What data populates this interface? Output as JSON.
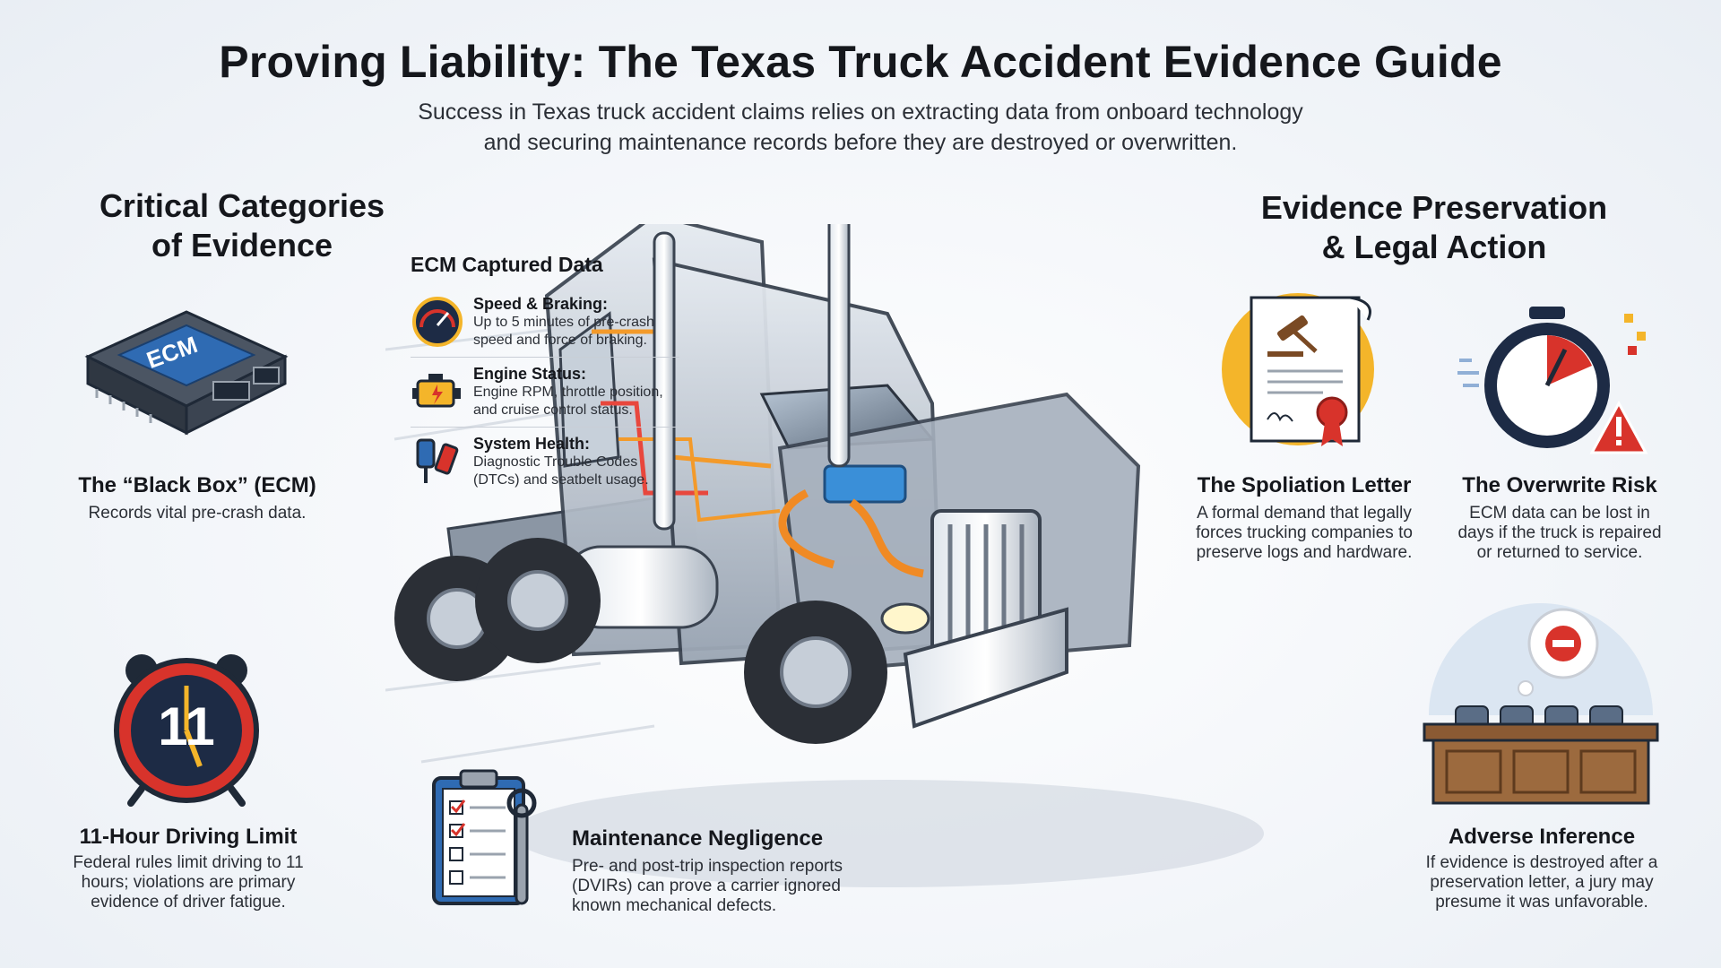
{
  "header": {
    "title": "Proving Liability: The Texas Truck Accident Evidence Guide",
    "subtitle_line1": "Success in Texas truck accident claims relies on extracting data from onboard technology",
    "subtitle_line2": "and securing maintenance records before they are destroyed or overwritten."
  },
  "left": {
    "heading_line1": "Critical Categories",
    "heading_line2": "of Evidence",
    "ecm_chip_label": "ECM",
    "black_box": {
      "title": "The “Black Box” (ECM)",
      "desc": "Records vital pre-crash data."
    },
    "driving_limit": {
      "clock_label": "11",
      "title": "11-Hour Driving Limit",
      "desc_line1": "Federal rules limit driving to 11",
      "desc_line2": "hours; violations are primary",
      "desc_line3": "evidence of driver fatigue."
    }
  },
  "ecm_data": {
    "heading": "ECM Captured Data",
    "items": [
      {
        "title": "Speed & Braking:",
        "desc_line1": "Up to 5 minutes of pre-crash",
        "desc_line2": "speed and force of braking.",
        "icon": "speedometer-icon"
      },
      {
        "title": "Engine Status:",
        "desc_line1": "Engine RPM, throttle position,",
        "desc_line2": "and cruise control status.",
        "icon": "engine-icon"
      },
      {
        "title": "System Health:",
        "desc_line1": "Diagnostic Trouble Codes",
        "desc_line2": "(DTCs) and seatbelt usage.",
        "icon": "diagnostic-tool-icon"
      }
    ]
  },
  "maintenance": {
    "title": "Maintenance Negligence",
    "desc_line1": "Pre- and post-trip inspection reports",
    "desc_line2": "(DVIRs) can prove a carrier ignored",
    "desc_line3": "known mechanical defects."
  },
  "right": {
    "heading_line1": "Evidence Preservation",
    "heading_line2": "& Legal Action",
    "spoliation": {
      "title": "The Spoliation Letter",
      "desc_line1": "A formal demand that legally",
      "desc_line2": "forces trucking companies to",
      "desc_line3": "preserve logs and hardware."
    },
    "overwrite": {
      "title": "The Overwrite Risk",
      "desc_line1": "ECM data can be lost in",
      "desc_line2": "days if the truck is repaired",
      "desc_line3": "or returned to service."
    },
    "adverse": {
      "title": "Adverse Inference",
      "desc_line1": "If evidence is destroyed after a",
      "desc_line2": "preservation letter, a jury may",
      "desc_line3": "presume it was unfavorable."
    }
  },
  "colors": {
    "accent_blue": "#2f6bb3",
    "alert_red": "#d8332b",
    "gold": "#f4b52a",
    "truck_gray": "#8d98a6"
  }
}
